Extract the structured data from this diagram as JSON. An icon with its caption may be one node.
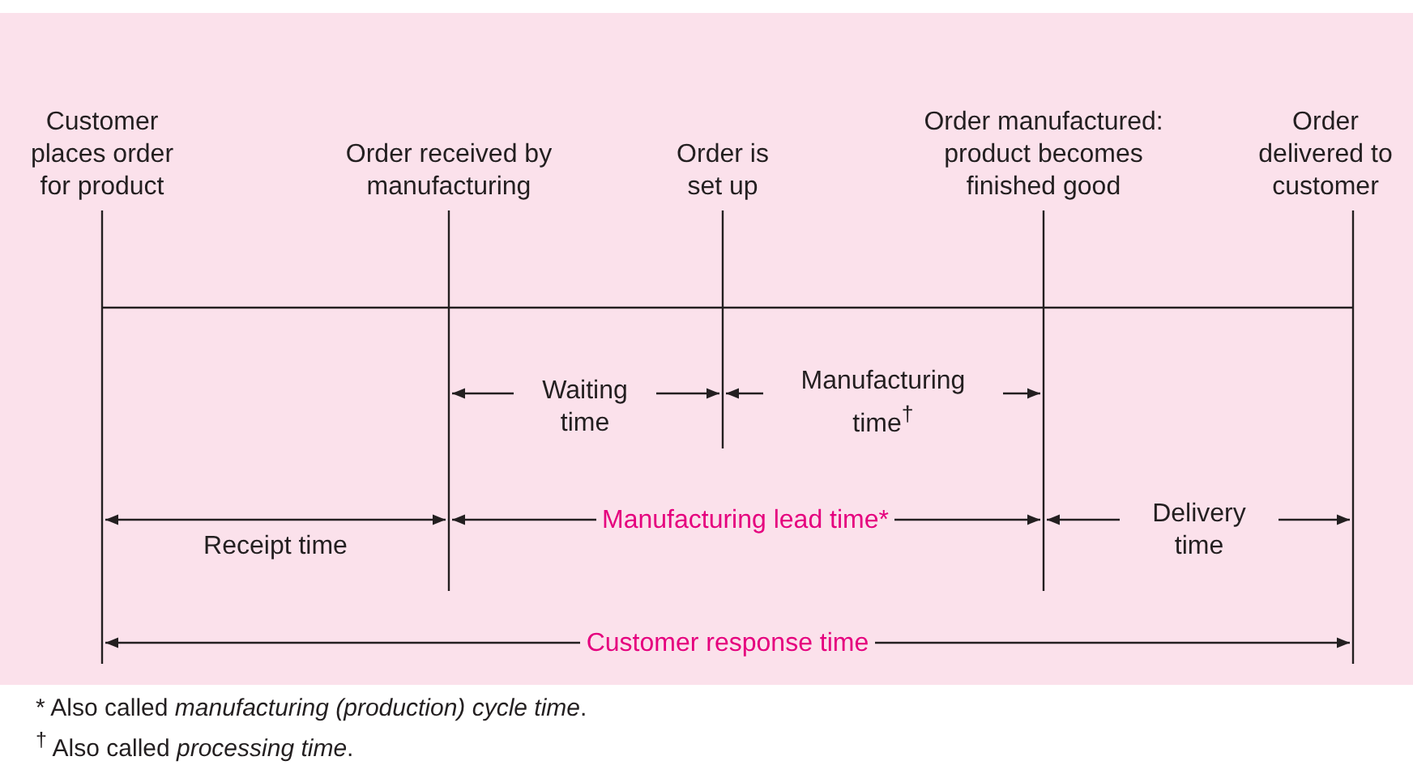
{
  "diagram": {
    "labels": [
      "Customer places order for product",
      "Order received by manufacturing",
      "Order is set up",
      "Order manufactured: product becomes finished good",
      "Order delivered to customer",
      "Waiting time",
      "Manufacturing time$^{†}$",
      "Receipt time",
      "Manufacturing lead time*",
      "Delivery time",
      "Customer response time",
      "* Also called *manufacturing (production) cycle time*.",
      "$^{†}$ Also called *processing time*."
    ]
  }
}
